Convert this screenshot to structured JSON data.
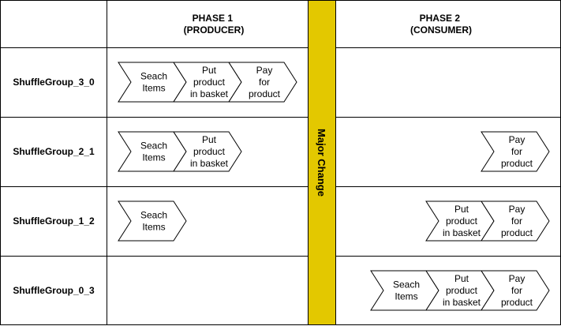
{
  "header": {
    "phase1": [
      "PHASE 1",
      "(PRODUCER)"
    ],
    "phase2": [
      "PHASE 2",
      "(CONSUMER)"
    ]
  },
  "divider": {
    "label": "Major Change",
    "color": "#e3c800"
  },
  "steps": {
    "search": [
      "Seach",
      "Items"
    ],
    "put": [
      "Put",
      "product",
      "in basket"
    ],
    "pay": [
      "Pay",
      "for",
      "product"
    ]
  },
  "rows": [
    {
      "label": "ShuffleGroup_3_0",
      "phase1": [
        "search",
        "put",
        "pay"
      ],
      "phase2": []
    },
    {
      "label": "ShuffleGroup_2_1",
      "phase1": [
        "search",
        "put"
      ],
      "phase2": [
        "pay"
      ]
    },
    {
      "label": "ShuffleGroup_1_2",
      "phase1": [
        "search"
      ],
      "phase2": [
        "put",
        "pay"
      ]
    },
    {
      "label": "ShuffleGroup_0_3",
      "phase1": [],
      "phase2": [
        "search",
        "put",
        "pay"
      ]
    }
  ]
}
